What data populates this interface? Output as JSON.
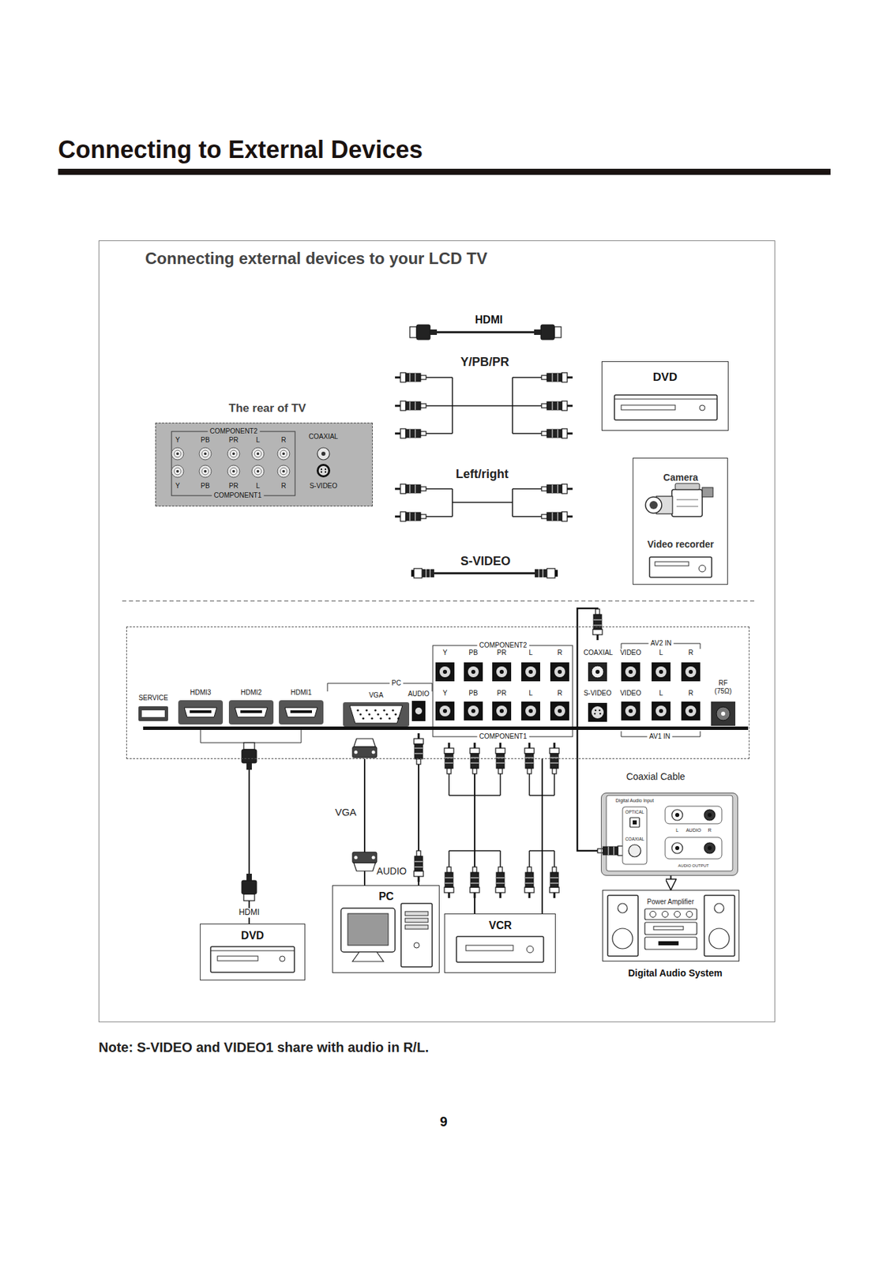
{
  "diagram": {
    "title": "Connecting to External Devices",
    "caption": "Note: S-VIDEO and VIDEO1 share with audio in R/L.",
    "nodes": [
      {
        "text": [
          "Connecting external devices to your LCD TV"
        ]
      },
      {
        "text": [
          "The rear of TV",
          "COMPONENT2",
          "Y",
          "PB",
          "PR",
          "L",
          "R",
          "COAXIAL",
          "Y",
          "PB",
          "PR",
          "L",
          "R",
          "S-VIDEO",
          "COMPONENT1"
        ],
        "in": 0
      },
      {
        "text": [
          "DVD"
        ],
        "in": 0
      },
      {
        "text": [
          "Camera",
          "Video recorder"
        ],
        "in": 0
      },
      {
        "text": [
          "SERVICE",
          "HDMI3",
          "HDMI2",
          "HDMI1",
          "PC",
          "VGA",
          "AUDIO",
          "COMPONENT2",
          "Y",
          "PB",
          "PR",
          "L",
          "R",
          "COAXIAL",
          "AV2 IN",
          "VIDEO",
          "L",
          "R",
          "Y",
          "PB",
          "PR",
          "L",
          "R",
          "S-VIDEO",
          "VIDEO",
          "L",
          "R",
          "RF (75Ω)",
          "COMPONENT1",
          "AV1 IN"
        ],
        "in": 0
      },
      {
        "text": [
          "DVD"
        ],
        "in": 0
      },
      {
        "text": [
          "PC"
        ],
        "in": 0
      },
      {
        "text": [
          "VCR"
        ],
        "in": 0
      },
      {
        "text": [
          "Digital Audio Input",
          "OPTICAL",
          "COAXIAL",
          "L",
          "AUDIO",
          "R",
          "AUDIO OUTPUT"
        ],
        "in": 0
      },
      {
        "text": [
          "Power Amplifier",
          "Digital Audio System"
        ],
        "in": 0
      }
    ],
    "edges": [
      {
        "from": 4,
        "to": 5,
        "arrow": "none",
        "label": "HDMI"
      },
      {
        "from": 4,
        "to": 6,
        "arrow": "none",
        "label": "VGA"
      },
      {
        "from": 4,
        "to": 6,
        "arrow": "none",
        "label": "AUDIO"
      },
      {
        "from": 4,
        "to": 7,
        "arrow": "none"
      },
      {
        "from": 4,
        "to": 7,
        "arrow": "none"
      },
      {
        "from": 4,
        "to": 8,
        "arrow": "none",
        "label": "Coaxial Cable"
      },
      {
        "from": 8,
        "to": 9,
        "arrow": "to"
      }
    ],
    "labels": [
      "HDMI",
      "Y/PB/PR",
      "Left/right",
      "S-VIDEO",
      "9"
    ]
  }
}
